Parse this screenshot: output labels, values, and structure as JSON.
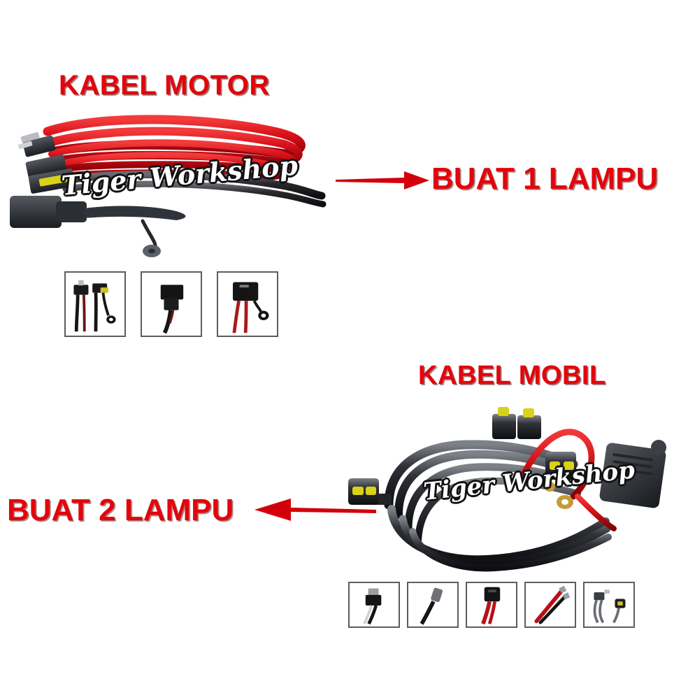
{
  "background_color": "#ffffff",
  "accent_color": "#E3050C",
  "headings": {
    "motor": "KABEL MOTOR",
    "mobil": "KABEL MOBIL"
  },
  "callouts": {
    "one_lamp": "BUAT 1 LAMPU",
    "two_lamp": "BUAT 2 LAMPU"
  },
  "watermark": {
    "text": "Tiger Workshop",
    "fill_color": "#ffffff",
    "outline_color": "#111111"
  },
  "arrows": [
    {
      "name": "arrow-to-one-lamp",
      "direction": "right",
      "color": "#D2000A"
    },
    {
      "name": "arrow-to-two-lamp",
      "direction": "left",
      "color": "#D2000A"
    }
  ],
  "products": [
    {
      "name": "motorcycle-wiring-harness",
      "label": "KABEL MOTOR",
      "callout": "BUAT 1 LAMPU",
      "wire_colors": [
        "#D81018",
        "#1d1d1f"
      ],
      "fuse_color": "#D8D21A",
      "thumbnails": [
        {
          "name": "thumb-motor-full-harness",
          "caption": "full harness with connectors"
        },
        {
          "name": "thumb-motor-connector",
          "caption": "black plug connector"
        },
        {
          "name": "thumb-motor-relay-ring",
          "caption": "relay with red wire and ring terminal"
        }
      ]
    },
    {
      "name": "car-wiring-harness",
      "label": "KABEL MOBIL",
      "callout": "BUAT 2 LAMPU",
      "wire_colors": [
        "#1d1d1f",
        "#D81018"
      ],
      "connector_insert_color": "#D8D21A",
      "thumbnails": [
        {
          "name": "thumb-mobil-connector-grey",
          "caption": "grey connector on cable"
        },
        {
          "name": "thumb-mobil-plug",
          "caption": "plug terminal"
        },
        {
          "name": "thumb-mobil-relay-red",
          "caption": "relay with red lead"
        },
        {
          "name": "thumb-mobil-wire-pair",
          "caption": "red and black wire pair"
        },
        {
          "name": "thumb-mobil-cable-assembly",
          "caption": "cable assembly with connectors"
        }
      ]
    }
  ]
}
